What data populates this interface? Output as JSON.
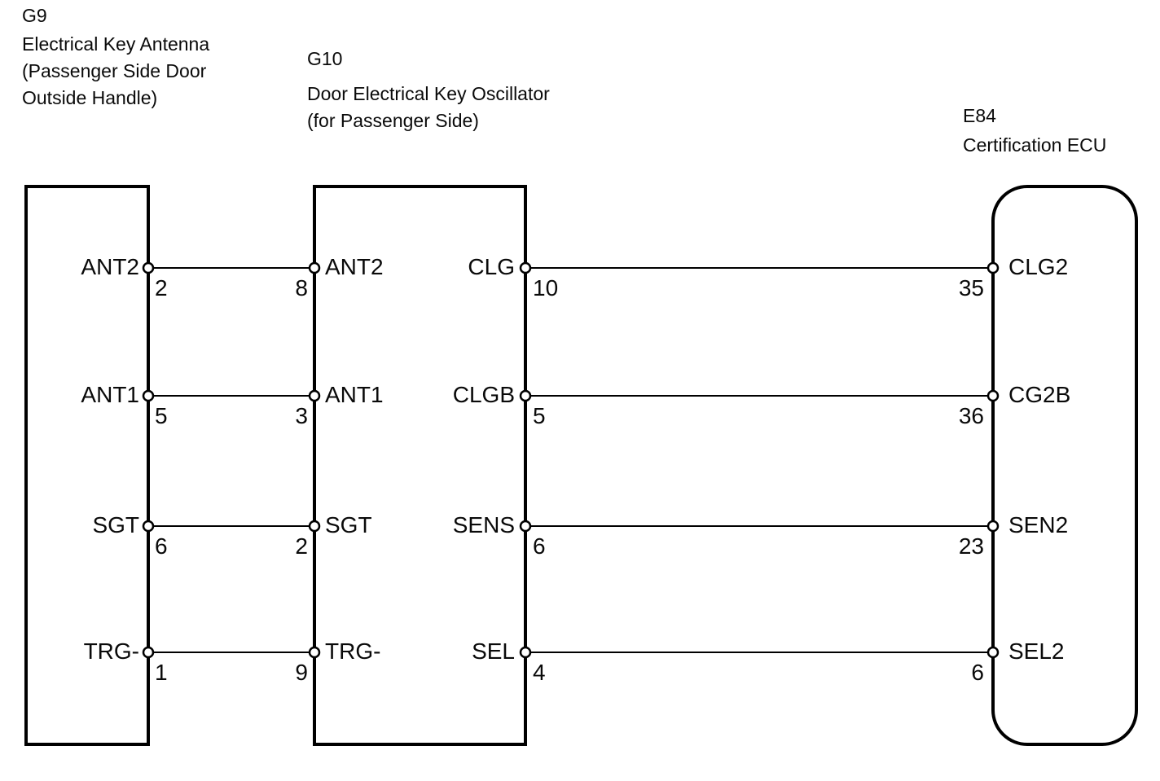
{
  "page": {
    "background": "#ffffff",
    "line_color": "#000000",
    "diagram_type": "wiring-diagram"
  },
  "connectors": {
    "g9": {
      "code": "G9",
      "name_lines": [
        "Electrical Key Antenna",
        "(Passenger Side Door",
        "Outside Handle)"
      ],
      "pins": [
        {
          "label": "ANT2",
          "number": "2"
        },
        {
          "label": "ANT1",
          "number": "5"
        },
        {
          "label": "SGT",
          "number": "6"
        },
        {
          "label": "TRG-",
          "number": "1"
        }
      ]
    },
    "g10": {
      "code": "G10",
      "name_lines": [
        "Door Electrical Key Oscillator",
        "(for Passenger Side)"
      ],
      "left_pins": [
        {
          "label": "ANT2",
          "number": "8"
        },
        {
          "label": "ANT1",
          "number": "3"
        },
        {
          "label": "SGT",
          "number": "2"
        },
        {
          "label": "TRG-",
          "number": "9"
        }
      ],
      "right_pins": [
        {
          "label": "CLG",
          "number": "10"
        },
        {
          "label": "CLGB",
          "number": "5"
        },
        {
          "label": "SENS",
          "number": "6"
        },
        {
          "label": "SEL",
          "number": "4"
        }
      ]
    },
    "e84": {
      "code": "E84",
      "name_lines": [
        "Certification ECU"
      ],
      "pins": [
        {
          "label": "CLG2",
          "number": "35"
        },
        {
          "label": "CG2B",
          "number": "36"
        },
        {
          "label": "SEN2",
          "number": "23"
        },
        {
          "label": "SEL2",
          "number": "6"
        }
      ]
    }
  },
  "connections": [
    {
      "from": "G9 pin 2 (ANT2)",
      "to": "G10 pin 8 (ANT2)"
    },
    {
      "from": "G9 pin 5 (ANT1)",
      "to": "G10 pin 3 (ANT1)"
    },
    {
      "from": "G9 pin 6 (SGT)",
      "to": "G10 pin 2 (SGT)"
    },
    {
      "from": "G9 pin 1 (TRG-)",
      "to": "G10 pin 9 (TRG-)"
    },
    {
      "from": "G10 pin 10 (CLG)",
      "to": "E84 pin 35 (CLG2)"
    },
    {
      "from": "G10 pin 5 (CLGB)",
      "to": "E84 pin 36 (CG2B)"
    },
    {
      "from": "G10 pin 6 (SENS)",
      "to": "E84 pin 23 (SEN2)"
    },
    {
      "from": "G10 pin 4 (SEL)",
      "to": "E84 pin 6 (SEL2)"
    }
  ]
}
